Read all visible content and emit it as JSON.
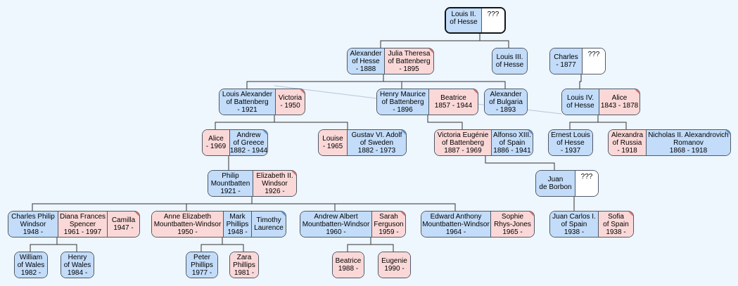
{
  "colors": {
    "male": "#c2dcf9",
    "female": "#fbd8d8",
    "unknown": "#ffffff",
    "line": "#333333"
  },
  "families": {
    "louis2": [
      {
        "name": "Louis II.\nof Hesse",
        "dates": "",
        "sex": "m"
      },
      {
        "name": "???",
        "dates": "",
        "sex": "u"
      }
    ],
    "alexhesse": [
      {
        "name": "Alexander\nof Hesse",
        "dates": "- 1888",
        "sex": "m"
      },
      {
        "name": "Julia Theresa\nof Battenberg",
        "dates": "- 1895",
        "sex": "f"
      }
    ],
    "louis3": [
      {
        "name": "Louis III.\nof Hesse",
        "dates": "",
        "sex": "m"
      }
    ],
    "charles": [
      {
        "name": "Charles",
        "dates": "- 1877",
        "sex": "m"
      },
      {
        "name": "???",
        "dates": "",
        "sex": "u"
      }
    ],
    "louisalex": [
      {
        "name": "Louis Alexander\nof Battenberg",
        "dates": "- 1921",
        "sex": "m"
      },
      {
        "name": "Victoria",
        "dates": "- 1950",
        "sex": "f"
      }
    ],
    "henry": [
      {
        "name": "Henry Maurice\nof Battenberg",
        "dates": "- 1896",
        "sex": "m"
      },
      {
        "name": "Beatrice",
        "dates": "1857 - 1944",
        "sex": "f"
      }
    ],
    "alexbulg": [
      {
        "name": "Alexander\nof Bulgaria",
        "dates": "- 1893",
        "sex": "m"
      }
    ],
    "louis4": [
      {
        "name": "Louis IV.\nof Hesse",
        "dates": "",
        "sex": "m"
      },
      {
        "name": "Alice",
        "dates": "1843 - 1878",
        "sex": "f"
      }
    ],
    "alice": [
      {
        "name": "Alice",
        "dates": "- 1969",
        "sex": "f"
      },
      {
        "name": "Andrew\nof Greece",
        "dates": "1882 - 1944",
        "sex": "m"
      }
    ],
    "louise": [
      {
        "name": "Louise",
        "dates": "- 1965",
        "sex": "f"
      },
      {
        "name": "Gustav VI. Adolf\nof Sweden",
        "dates": "1882 - 1973",
        "sex": "m"
      }
    ],
    "victoriaeug": [
      {
        "name": "Victoria Eugénie\nof Battenberg",
        "dates": "1887 - 1969",
        "sex": "f"
      },
      {
        "name": "Alfonso XIII.\nof Spain",
        "dates": "1886 - 1941",
        "sex": "m"
      }
    ],
    "ernest": [
      {
        "name": "Ernest Louis\nof Hesse",
        "dates": "- 1937",
        "sex": "m"
      }
    ],
    "alexandra": [
      {
        "name": "Alexandra\nof Russia",
        "dates": "- 1918",
        "sex": "f"
      },
      {
        "name": "Nicholas II. Alexandrovich\nRomanov",
        "dates": "1868 - 1918",
        "sex": "m"
      }
    ],
    "philip": [
      {
        "name": "Philip\nMountbatten",
        "dates": "1921 -",
        "sex": "m"
      },
      {
        "name": "Elizabeth II.\nWindsor",
        "dates": "1926 -",
        "sex": "f"
      }
    ],
    "juan": [
      {
        "name": "Juan\nde Borbon",
        "dates": "",
        "sex": "m"
      },
      {
        "name": "???",
        "dates": "",
        "sex": "u"
      }
    ],
    "charlesp": [
      {
        "name": "Charles Philip\nWindsor",
        "dates": "1948 -",
        "sex": "m"
      },
      {
        "name": "Diana Frances\nSpencer",
        "dates": "1961 - 1997",
        "sex": "f"
      },
      {
        "name": "Camilla",
        "dates": "1947 -",
        "sex": "f"
      }
    ],
    "anne": [
      {
        "name": "Anne Elizabeth\nMountbatten-Windsor",
        "dates": "1950 -",
        "sex": "f"
      },
      {
        "name": "Mark\nPhillips",
        "dates": "1948 -",
        "sex": "m"
      },
      {
        "name": "Timothy\nLaurence",
        "dates": "",
        "sex": "m"
      }
    ],
    "andrew": [
      {
        "name": "Andrew Albert\nMountbatten-Windsor",
        "dates": "1960 -",
        "sex": "m"
      },
      {
        "name": "Sarah\nFerguson",
        "dates": "1959 -",
        "sex": "f"
      }
    ],
    "edward": [
      {
        "name": "Edward Anthony\nMountbatten-Windsor",
        "dates": "1964 -",
        "sex": "m"
      },
      {
        "name": "Sophie\nRhys-Jones",
        "dates": "1965 -",
        "sex": "f"
      }
    ],
    "juancarlos": [
      {
        "name": "Juan Carlos I.\nof Spain",
        "dates": "1938 -",
        "sex": "m"
      },
      {
        "name": "Sofia\nof Spain",
        "dates": "1938 -",
        "sex": "f"
      }
    ],
    "william": [
      {
        "name": "William\nof Wales",
        "dates": "1982 -",
        "sex": "m"
      }
    ],
    "henryw": [
      {
        "name": "Henry\nof Wales",
        "dates": "1984 -",
        "sex": "m"
      }
    ],
    "peter": [
      {
        "name": "Peter\nPhillips",
        "dates": "1977 -",
        "sex": "m"
      }
    ],
    "zara": [
      {
        "name": "Zara\nPhillips",
        "dates": "1981 -",
        "sex": "f"
      }
    ],
    "beatricey": [
      {
        "name": "Beatrice",
        "dates": "1988 -",
        "sex": "f"
      }
    ],
    "eugenie": [
      {
        "name": "Eugenie",
        "dates": "1990 -",
        "sex": "f"
      }
    ]
  }
}
